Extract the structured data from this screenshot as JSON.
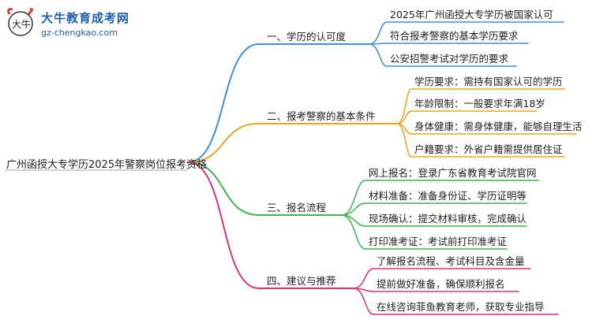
{
  "logo": {
    "title": "大牛教育成考网",
    "url": "gz-chengkao.com",
    "mark_text": "大牛"
  },
  "root": "广州函授大专学历2025年警察岗位报考资格",
  "branches": [
    {
      "label": "一、学历的认可度",
      "color": "#3f8ee8",
      "children": [
        "2025年广州函授大专学历被国家认可",
        "符合报考警察的基本学历要求",
        "公安招警考试对学历的要求"
      ]
    },
    {
      "label": "二、报考警察的基本条件",
      "color": "#f2a51a",
      "children": [
        "学历要求：需持有国家认可的学历",
        "年龄限制：一般要求年满18岁",
        "身体健康：需身体健康，能够自理生活",
        "户籍要求：外省户籍需提供居住证"
      ]
    },
    {
      "label": "三、报名流程",
      "color": "#3fb54f",
      "children": [
        "网上报名：登录广东省教育考试院官网",
        "材料准备：准备身份证、学历证明等",
        "现场确认：提交材料审核，完成确认",
        "打印准考证：考试前打印准考证"
      ]
    },
    {
      "label": "四、建议与推荐",
      "color": "#e8307a",
      "children": [
        "了解报名流程、考试科目及含金量",
        "提前做好准备，确保顺利报名",
        "在线咨询菲鱼教育老师，获取专业指导"
      ]
    }
  ]
}
